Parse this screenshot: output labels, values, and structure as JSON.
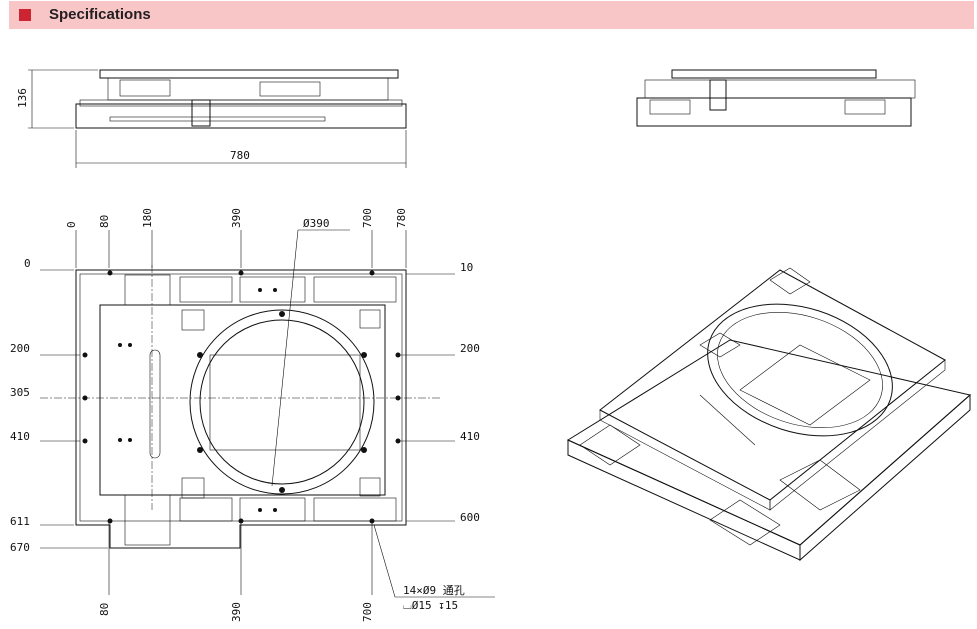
{
  "header": {
    "title": "Specifications",
    "accent": "#cc2431",
    "background": "#f9c6c8"
  },
  "side_view": {
    "height_dim": "136",
    "width_dim": "780"
  },
  "top_view": {
    "x_dims_top": [
      "0",
      "80",
      "180",
      "390",
      "700",
      "780"
    ],
    "diameter": "Ø390",
    "y_dims_left": [
      "0",
      "200",
      "305",
      "410",
      "611",
      "670"
    ],
    "y_dims_right": [
      "10",
      "200",
      "410",
      "600"
    ],
    "x_dims_bottom": [
      "80",
      "390",
      "700"
    ],
    "hole_callout_line1": "14×Ø9 通孔",
    "hole_callout_line2": "⌴Ø15 ↧15"
  }
}
